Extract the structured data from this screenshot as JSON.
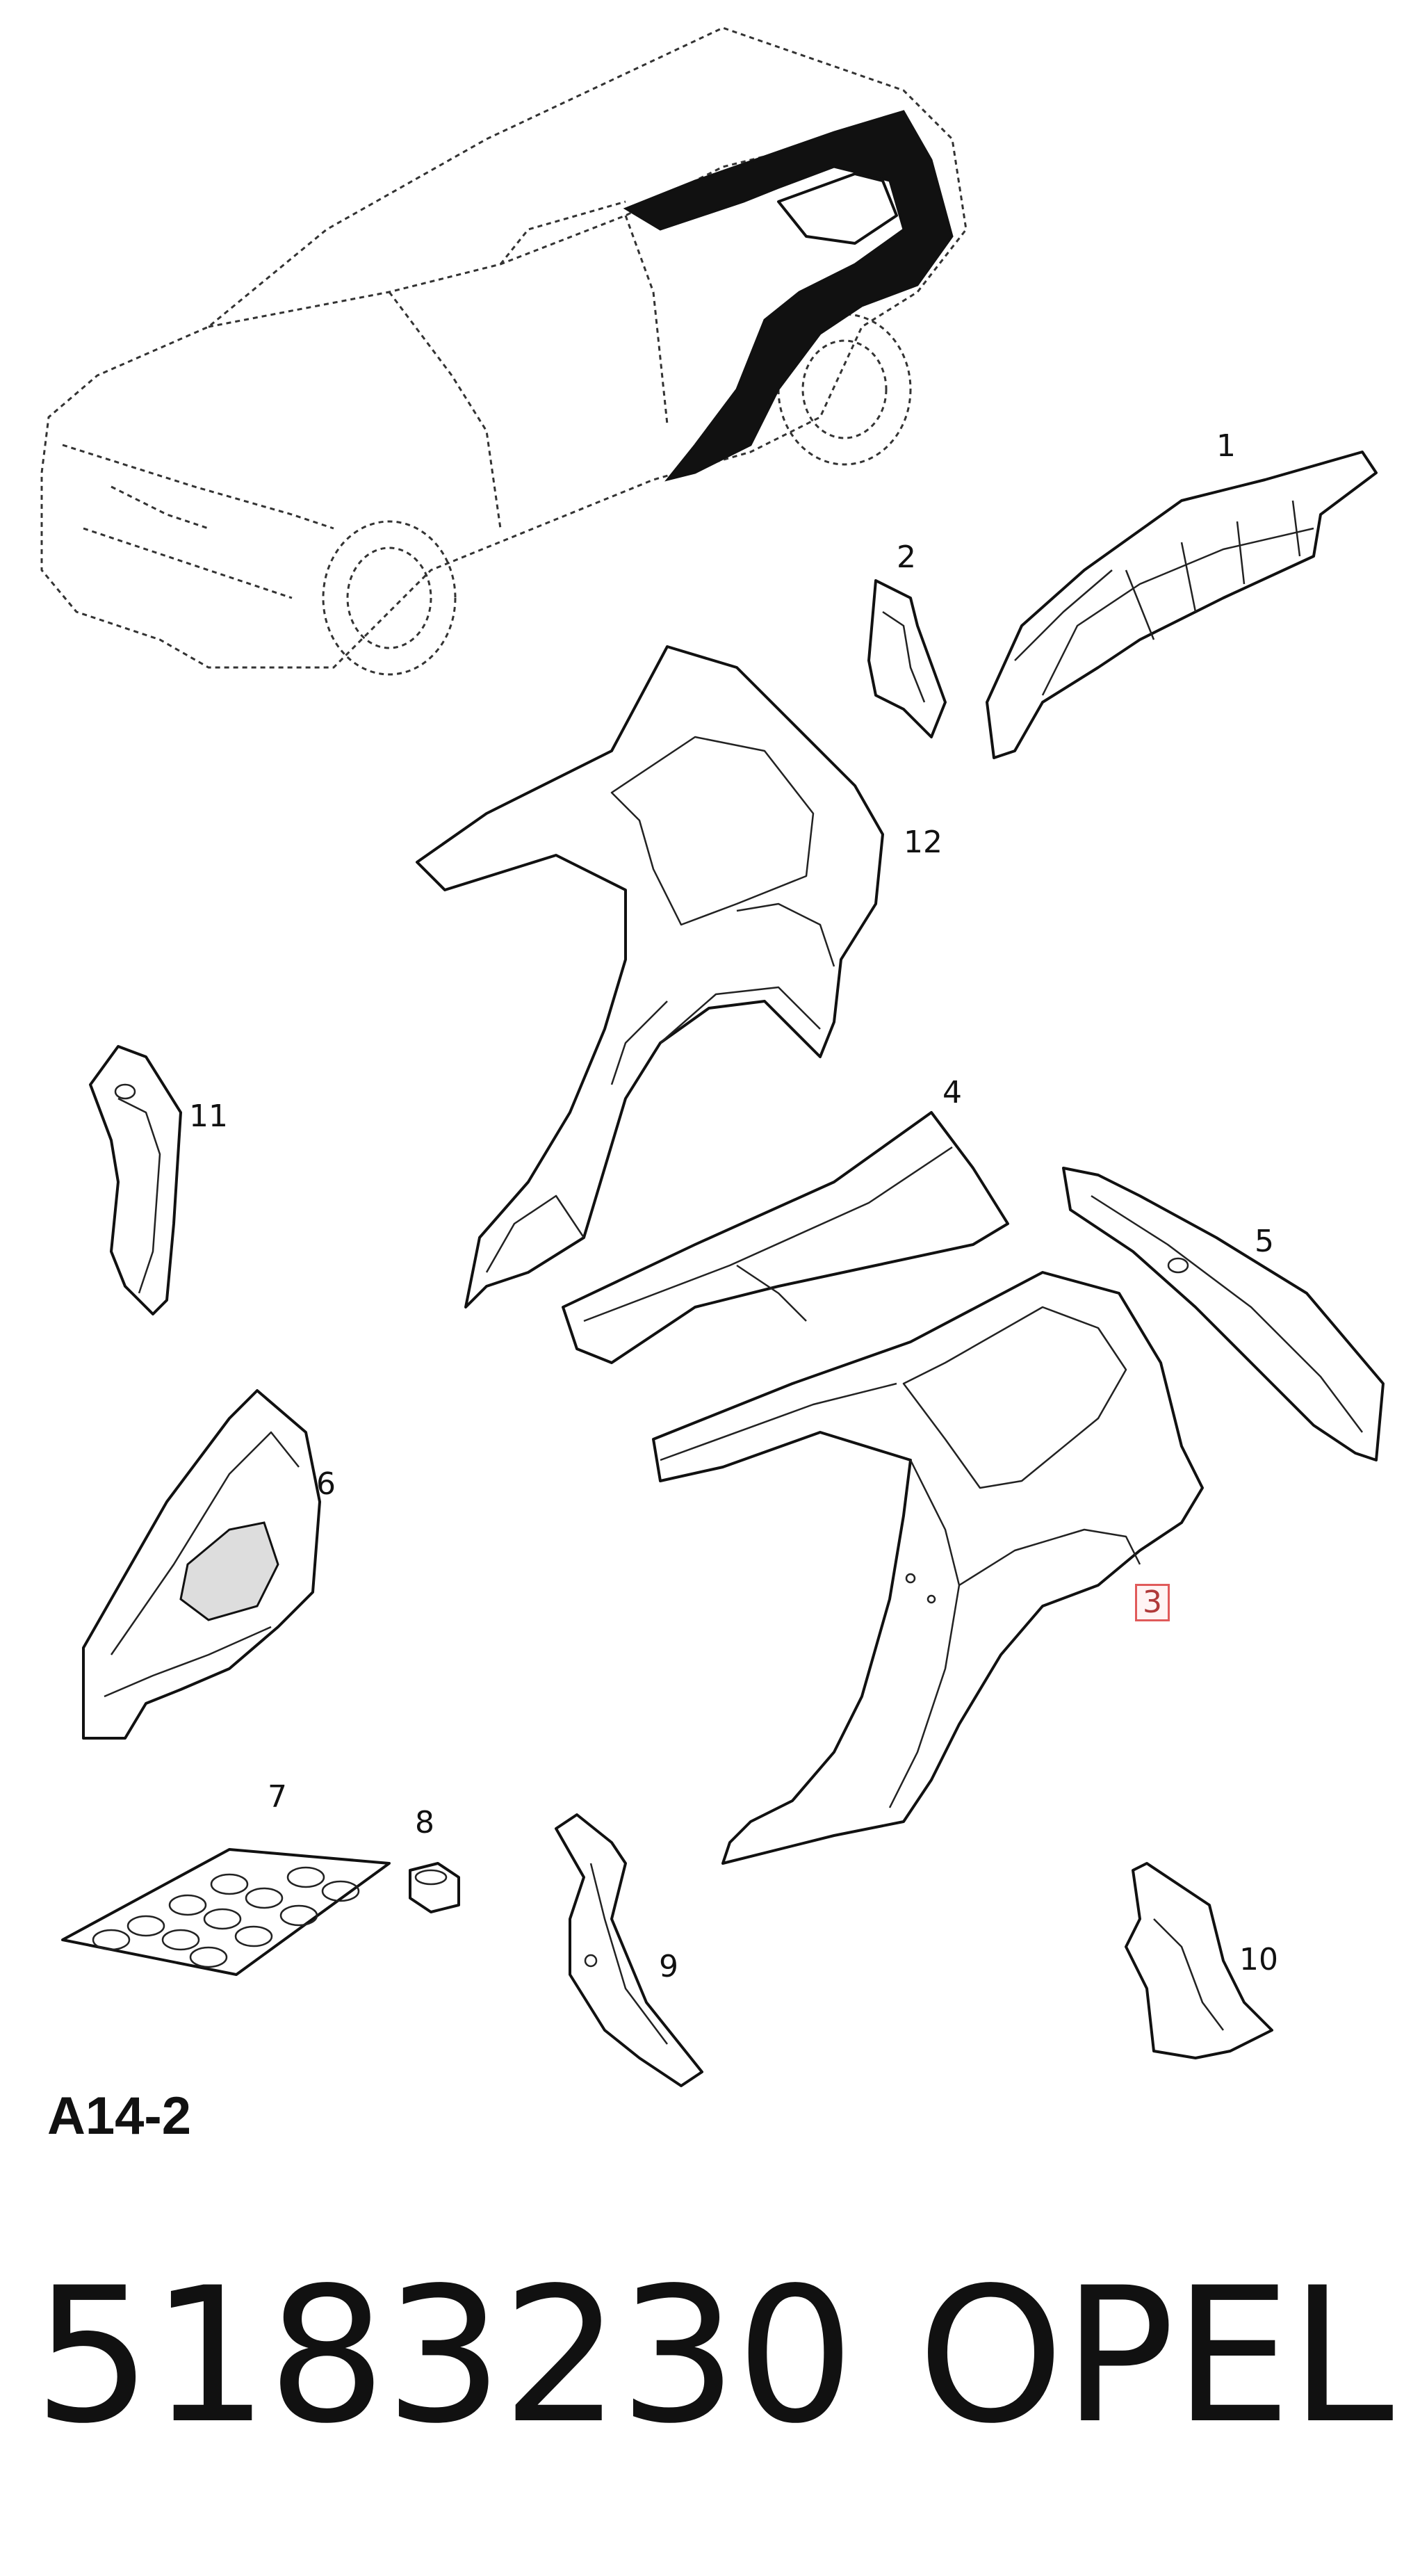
{
  "diagram": {
    "code": "A14-2",
    "part_number": "5183230",
    "brand": "OPEL",
    "callouts": [
      "1",
      "2",
      "3",
      "4",
      "5",
      "6",
      "7",
      "8",
      "9",
      "10",
      "11",
      "12"
    ],
    "highlighted_callout": "3",
    "highlight_color": "#e05a5a"
  }
}
